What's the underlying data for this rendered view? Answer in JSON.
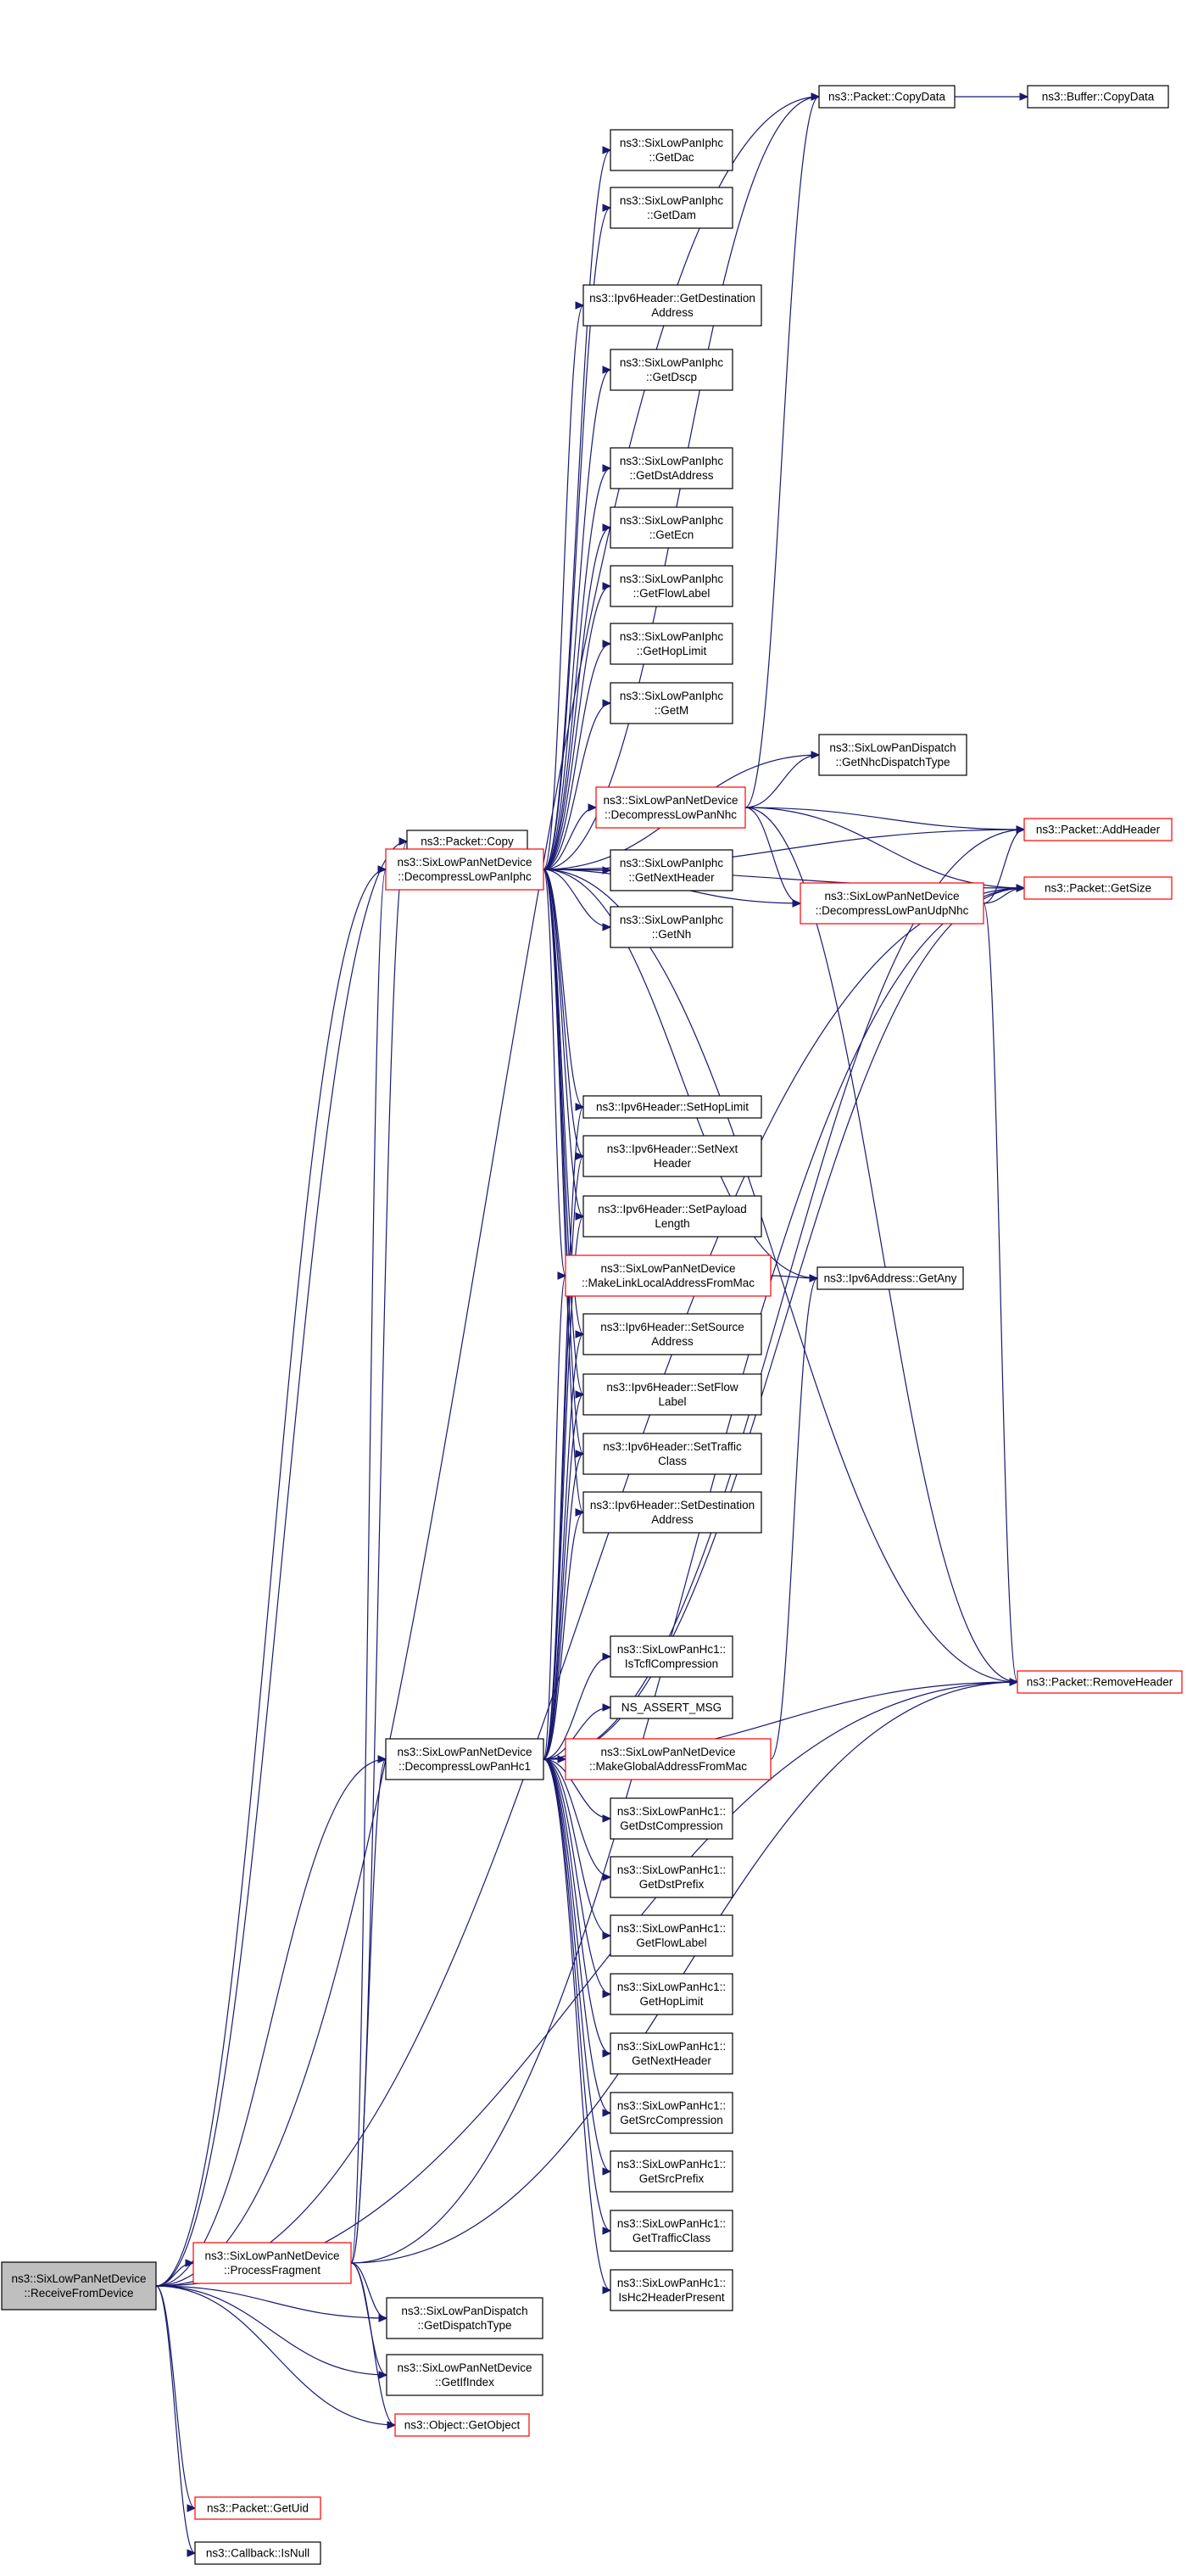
{
  "nodes": [
    {
      "id": "root",
      "lines": [
        "ns3::SixLowPanNetDevice",
        "::ReceiveFromDevice"
      ],
      "style": "root"
    },
    {
      "id": "copydata",
      "lines": [
        "ns3::Packet::CopyData"
      ],
      "style": "black"
    },
    {
      "id": "buf_copydata",
      "lines": [
        "ns3::Buffer::CopyData"
      ],
      "style": "black"
    },
    {
      "id": "getdac",
      "lines": [
        "ns3::SixLowPanIphc",
        "::GetDac"
      ],
      "style": "black"
    },
    {
      "id": "getdam",
      "lines": [
        "ns3::SixLowPanIphc",
        "::GetDam"
      ],
      "style": "black"
    },
    {
      "id": "ipv6_getdest",
      "lines": [
        "ns3::Ipv6Header::GetDestination",
        "Address"
      ],
      "style": "black"
    },
    {
      "id": "getdscp",
      "lines": [
        "ns3::SixLowPanIphc",
        "::GetDscp"
      ],
      "style": "black"
    },
    {
      "id": "getdstaddr",
      "lines": [
        "ns3::SixLowPanIphc",
        "::GetDstAddress"
      ],
      "style": "black"
    },
    {
      "id": "getecn",
      "lines": [
        "ns3::SixLowPanIphc",
        "::GetEcn"
      ],
      "style": "black"
    },
    {
      "id": "getflowlabel",
      "lines": [
        "ns3::SixLowPanIphc",
        "::GetFlowLabel"
      ],
      "style": "black"
    },
    {
      "id": "gethoplimit",
      "lines": [
        "ns3::SixLowPanIphc",
        "::GetHopLimit"
      ],
      "style": "black"
    },
    {
      "id": "getm",
      "lines": [
        "ns3::SixLowPanIphc",
        "::GetM"
      ],
      "style": "black"
    },
    {
      "id": "getnhcdispatch",
      "lines": [
        "ns3::SixLowPanDispatch",
        "::GetNhcDispatchType"
      ],
      "style": "black"
    },
    {
      "id": "decompnhc",
      "lines": [
        "ns3::SixLowPanNetDevice",
        "::DecompressLowPanNhc"
      ],
      "style": "red"
    },
    {
      "id": "addheader",
      "lines": [
        "ns3::Packet::AddHeader"
      ],
      "style": "red"
    },
    {
      "id": "pcopy",
      "lines": [
        "ns3::Packet::Copy"
      ],
      "style": "black"
    },
    {
      "id": "decompiphc",
      "lines": [
        "ns3::SixLowPanNetDevice",
        "::DecompressLowPanIphc"
      ],
      "style": "red"
    },
    {
      "id": "getnextheader",
      "lines": [
        "ns3::SixLowPanIphc",
        "::GetNextHeader"
      ],
      "style": "black"
    },
    {
      "id": "getsize",
      "lines": [
        "ns3::Packet::GetSize"
      ],
      "style": "red"
    },
    {
      "id": "decompudpnhc",
      "lines": [
        "ns3::SixLowPanNetDevice",
        "::DecompressLowPanUdpNhc"
      ],
      "style": "red"
    },
    {
      "id": "getnh",
      "lines": [
        "ns3::SixLowPanIphc",
        "::GetNh"
      ],
      "style": "black"
    },
    {
      "id": "sethoplimit",
      "lines": [
        "ns3::Ipv6Header::SetHopLimit"
      ],
      "style": "black"
    },
    {
      "id": "setnextheader",
      "lines": [
        "ns3::Ipv6Header::SetNext",
        "Header"
      ],
      "style": "black"
    },
    {
      "id": "setpayload",
      "lines": [
        "ns3::Ipv6Header::SetPayload",
        "Length"
      ],
      "style": "black"
    },
    {
      "id": "makelinklocal",
      "lines": [
        "ns3::SixLowPanNetDevice",
        "::MakeLinkLocalAddressFromMac"
      ],
      "style": "red"
    },
    {
      "id": "getany",
      "lines": [
        "ns3::Ipv6Address::GetAny"
      ],
      "style": "black"
    },
    {
      "id": "setsource",
      "lines": [
        "ns3::Ipv6Header::SetSource",
        "Address"
      ],
      "style": "black"
    },
    {
      "id": "setflowlabel",
      "lines": [
        "ns3::Ipv6Header::SetFlow",
        "Label"
      ],
      "style": "black"
    },
    {
      "id": "settraffic",
      "lines": [
        "ns3::Ipv6Header::SetTraffic",
        "Class"
      ],
      "style": "black"
    },
    {
      "id": "setdest",
      "lines": [
        "ns3::Ipv6Header::SetDestination",
        "Address"
      ],
      "style": "black"
    },
    {
      "id": "istcfl",
      "lines": [
        "ns3::SixLowPanHc1::",
        "IsTcflCompression"
      ],
      "style": "black"
    },
    {
      "id": "removeheader",
      "lines": [
        "ns3::Packet::RemoveHeader"
      ],
      "style": "red"
    },
    {
      "id": "nsassert",
      "lines": [
        "NS_ASSERT_MSG"
      ],
      "style": "black"
    },
    {
      "id": "decomphc1",
      "lines": [
        "ns3::SixLowPanNetDevice",
        "::DecompressLowPanHc1"
      ],
      "style": "black"
    },
    {
      "id": "makeglobal",
      "lines": [
        "ns3::SixLowPanNetDevice",
        "::MakeGlobalAddressFromMac"
      ],
      "style": "red"
    },
    {
      "id": "hc1_getdstcomp",
      "lines": [
        "ns3::SixLowPanHc1::",
        "GetDstCompression"
      ],
      "style": "black"
    },
    {
      "id": "hc1_getdstprefix",
      "lines": [
        "ns3::SixLowPanHc1::",
        "GetDstPrefix"
      ],
      "style": "black"
    },
    {
      "id": "hc1_getflowlabel",
      "lines": [
        "ns3::SixLowPanHc1::",
        "GetFlowLabel"
      ],
      "style": "black"
    },
    {
      "id": "hc1_gethoplimit",
      "lines": [
        "ns3::SixLowPanHc1::",
        "GetHopLimit"
      ],
      "style": "black"
    },
    {
      "id": "hc1_getnextheader",
      "lines": [
        "ns3::SixLowPanHc1::",
        "GetNextHeader"
      ],
      "style": "black"
    },
    {
      "id": "hc1_getsrccomp",
      "lines": [
        "ns3::SixLowPanHc1::",
        "GetSrcCompression"
      ],
      "style": "black"
    },
    {
      "id": "hc1_getsrcprefix",
      "lines": [
        "ns3::SixLowPanHc1::",
        "GetSrcPrefix"
      ],
      "style": "black"
    },
    {
      "id": "hc1_gettraffic",
      "lines": [
        "ns3::SixLowPanHc1::",
        "GetTrafficClass"
      ],
      "style": "black"
    },
    {
      "id": "hc1_ishc2",
      "lines": [
        "ns3::SixLowPanHc1::",
        "IsHc2HeaderPresent"
      ],
      "style": "black"
    },
    {
      "id": "processfrag",
      "lines": [
        "ns3::SixLowPanNetDevice",
        "::ProcessFragment"
      ],
      "style": "red"
    },
    {
      "id": "getdispatch",
      "lines": [
        "ns3::SixLowPanDispatch",
        "::GetDispatchType"
      ],
      "style": "black"
    },
    {
      "id": "getifindex",
      "lines": [
        "ns3::SixLowPanNetDevice",
        "::GetIfIndex"
      ],
      "style": "black"
    },
    {
      "id": "getobject",
      "lines": [
        "ns3::Object::GetObject"
      ],
      "style": "red"
    },
    {
      "id": "getuid",
      "lines": [
        "ns3::Packet::GetUid"
      ],
      "style": "red"
    },
    {
      "id": "isnull",
      "lines": [
        "ns3::Callback::IsNull"
      ],
      "style": "black"
    }
  ],
  "edges": [
    [
      "root",
      "copydata"
    ],
    [
      "root",
      "pcopy"
    ],
    [
      "root",
      "decompiphc"
    ],
    [
      "root",
      "getsize"
    ],
    [
      "root",
      "removeheader"
    ],
    [
      "root",
      "decomphc1"
    ],
    [
      "root",
      "processfrag"
    ],
    [
      "root",
      "getdispatch"
    ],
    [
      "root",
      "getifindex"
    ],
    [
      "root",
      "getobject"
    ],
    [
      "root",
      "getuid"
    ],
    [
      "root",
      "isnull"
    ],
    [
      "copydata",
      "buf_copydata"
    ],
    [
      "decompiphc",
      "copydata"
    ],
    [
      "decompiphc",
      "getdac"
    ],
    [
      "decompiphc",
      "getdam"
    ],
    [
      "decompiphc",
      "ipv6_getdest"
    ],
    [
      "decompiphc",
      "getdscp"
    ],
    [
      "decompiphc",
      "getdstaddr"
    ],
    [
      "decompiphc",
      "getecn"
    ],
    [
      "decompiphc",
      "getflowlabel"
    ],
    [
      "decompiphc",
      "gethoplimit"
    ],
    [
      "decompiphc",
      "getm"
    ],
    [
      "decompiphc",
      "getnhcdispatch"
    ],
    [
      "decompiphc",
      "decompnhc"
    ],
    [
      "decompiphc",
      "addheader"
    ],
    [
      "decompiphc",
      "getnextheader"
    ],
    [
      "decompiphc",
      "getsize"
    ],
    [
      "decompiphc",
      "decompudpnhc"
    ],
    [
      "decompiphc",
      "getnh"
    ],
    [
      "decompiphc",
      "sethoplimit"
    ],
    [
      "decompiphc",
      "setnextheader"
    ],
    [
      "decompiphc",
      "setpayload"
    ],
    [
      "decompiphc",
      "makelinklocal"
    ],
    [
      "decompiphc",
      "getany"
    ],
    [
      "decompiphc",
      "setsource"
    ],
    [
      "decompiphc",
      "setflowlabel"
    ],
    [
      "decompiphc",
      "settraffic"
    ],
    [
      "decompiphc",
      "setdest"
    ],
    [
      "decompiphc",
      "removeheader"
    ],
    [
      "decompnhc",
      "copydata"
    ],
    [
      "decompnhc",
      "getnhcdispatch"
    ],
    [
      "decompnhc",
      "addheader"
    ],
    [
      "decompnhc",
      "getsize"
    ],
    [
      "decompnhc",
      "decompudpnhc"
    ],
    [
      "decompnhc",
      "removeheader"
    ],
    [
      "decompudpnhc",
      "addheader"
    ],
    [
      "decompudpnhc",
      "getsize"
    ],
    [
      "decompudpnhc",
      "removeheader"
    ],
    [
      "makelinklocal",
      "getany"
    ],
    [
      "decomphc1",
      "sethoplimit"
    ],
    [
      "decomphc1",
      "setnextheader"
    ],
    [
      "decomphc1",
      "setpayload"
    ],
    [
      "decomphc1",
      "makelinklocal"
    ],
    [
      "decomphc1",
      "setsource"
    ],
    [
      "decomphc1",
      "setflowlabel"
    ],
    [
      "decomphc1",
      "settraffic"
    ],
    [
      "decomphc1",
      "setdest"
    ],
    [
      "decomphc1",
      "istcfl"
    ],
    [
      "decomphc1",
      "nsassert"
    ],
    [
      "decomphc1",
      "makeglobal"
    ],
    [
      "decomphc1",
      "hc1_getdstcomp"
    ],
    [
      "decomphc1",
      "hc1_getdstprefix"
    ],
    [
      "decomphc1",
      "hc1_getflowlabel"
    ],
    [
      "decomphc1",
      "hc1_gethoplimit"
    ],
    [
      "decomphc1",
      "hc1_getnextheader"
    ],
    [
      "decomphc1",
      "hc1_getsrccomp"
    ],
    [
      "decomphc1",
      "hc1_getsrcprefix"
    ],
    [
      "decomphc1",
      "hc1_gettraffic"
    ],
    [
      "decomphc1",
      "hc1_ishc2"
    ],
    [
      "decomphc1",
      "addheader"
    ],
    [
      "decomphc1",
      "getsize"
    ],
    [
      "decomphc1",
      "removeheader"
    ],
    [
      "makeglobal",
      "getany"
    ],
    [
      "processfrag",
      "pcopy"
    ],
    [
      "processfrag",
      "decompiphc"
    ],
    [
      "processfrag",
      "decomphc1"
    ],
    [
      "processfrag",
      "getsize"
    ],
    [
      "processfrag",
      "removeheader"
    ],
    [
      "processfrag",
      "getdispatch"
    ],
    [
      "processfrag",
      "getifindex"
    ],
    [
      "processfrag",
      "getobject"
    ]
  ]
}
